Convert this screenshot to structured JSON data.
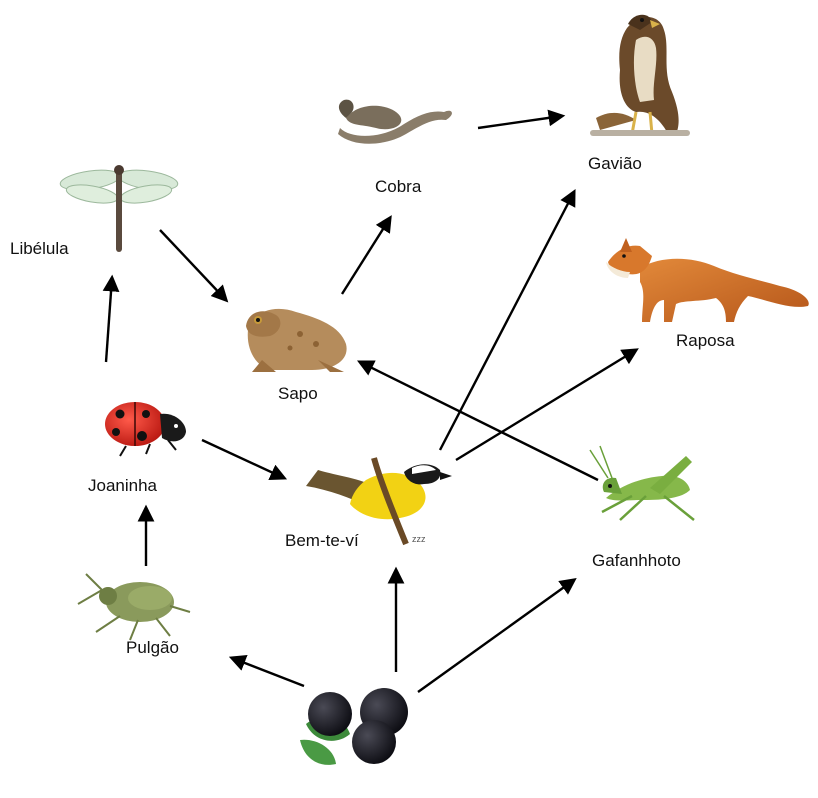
{
  "organisms": {
    "gaviao": "Gavião",
    "cobra": "Cobra",
    "libelula": "Libélula",
    "raposa": "Raposa",
    "sapo": "Sapo",
    "joaninha": "Joaninha",
    "bemtevi": "Bem-te-ví",
    "gafanhoto": "Gafanhhoto",
    "pulgao": "Pulgão"
  },
  "edges": [
    [
      "cobra",
      "gaviao"
    ],
    [
      "sapo",
      "cobra"
    ],
    [
      "libelula",
      "sapo"
    ],
    [
      "joaninha",
      "libelula"
    ],
    [
      "joaninha",
      "bemtevi"
    ],
    [
      "pulgao",
      "joaninha"
    ],
    [
      "bemtevi",
      "gaviao"
    ],
    [
      "bemtevi",
      "raposa"
    ],
    [
      "gafanhoto",
      "sapo"
    ],
    [
      "amora",
      "pulgao"
    ],
    [
      "amora",
      "bemtevi"
    ],
    [
      "amora",
      "gafanhoto"
    ]
  ],
  "colors": {
    "arrow": "#000000",
    "label": "#111111"
  }
}
